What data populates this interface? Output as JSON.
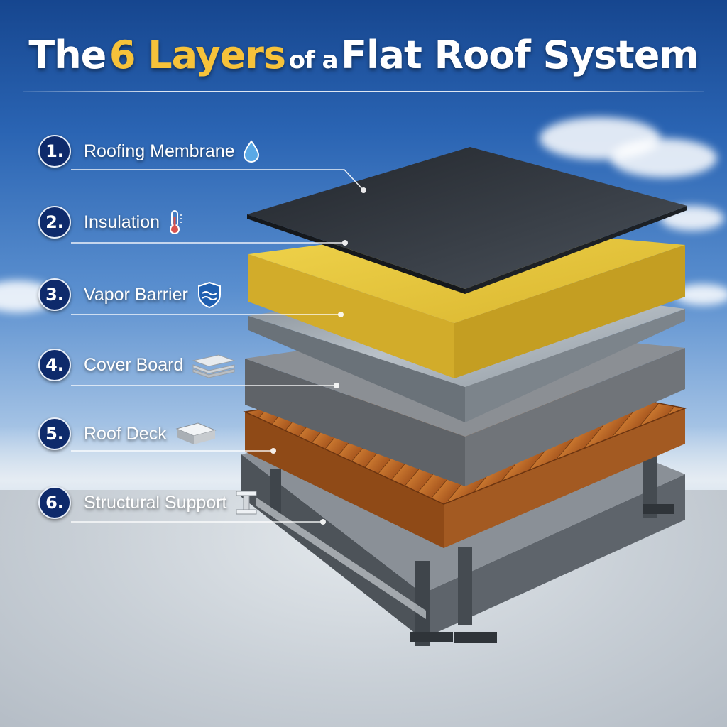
{
  "title": {
    "prefix": "The",
    "accent": "6 Layers",
    "connector": "of a",
    "suffix": "Flat Roof System"
  },
  "layers": [
    {
      "number": "1.",
      "label": "Roofing Membrane",
      "icon": "water-drop-icon"
    },
    {
      "number": "2.",
      "label": "Insulation",
      "icon": "thermometer-icon"
    },
    {
      "number": "3.",
      "label": "Vapor Barrier",
      "icon": "shield-waves-icon"
    },
    {
      "number": "4.",
      "label": "Cover Board",
      "icon": "board-stack-icon"
    },
    {
      "number": "5.",
      "label": "Roof Deck",
      "icon": "deck-panel-icon"
    },
    {
      "number": "6.",
      "label": "Structural Support",
      "icon": "i-beam-icon"
    }
  ],
  "colors": {
    "accent": "#f6c23a",
    "badge": "#0e2a6b",
    "membrane": "#2c3138",
    "insulation": "#e2c23c",
    "vapor_barrier": "#9aa3ab",
    "cover_board": "#7d8085",
    "roof_deck": "#b8692a",
    "structure": "#6f757c"
  }
}
